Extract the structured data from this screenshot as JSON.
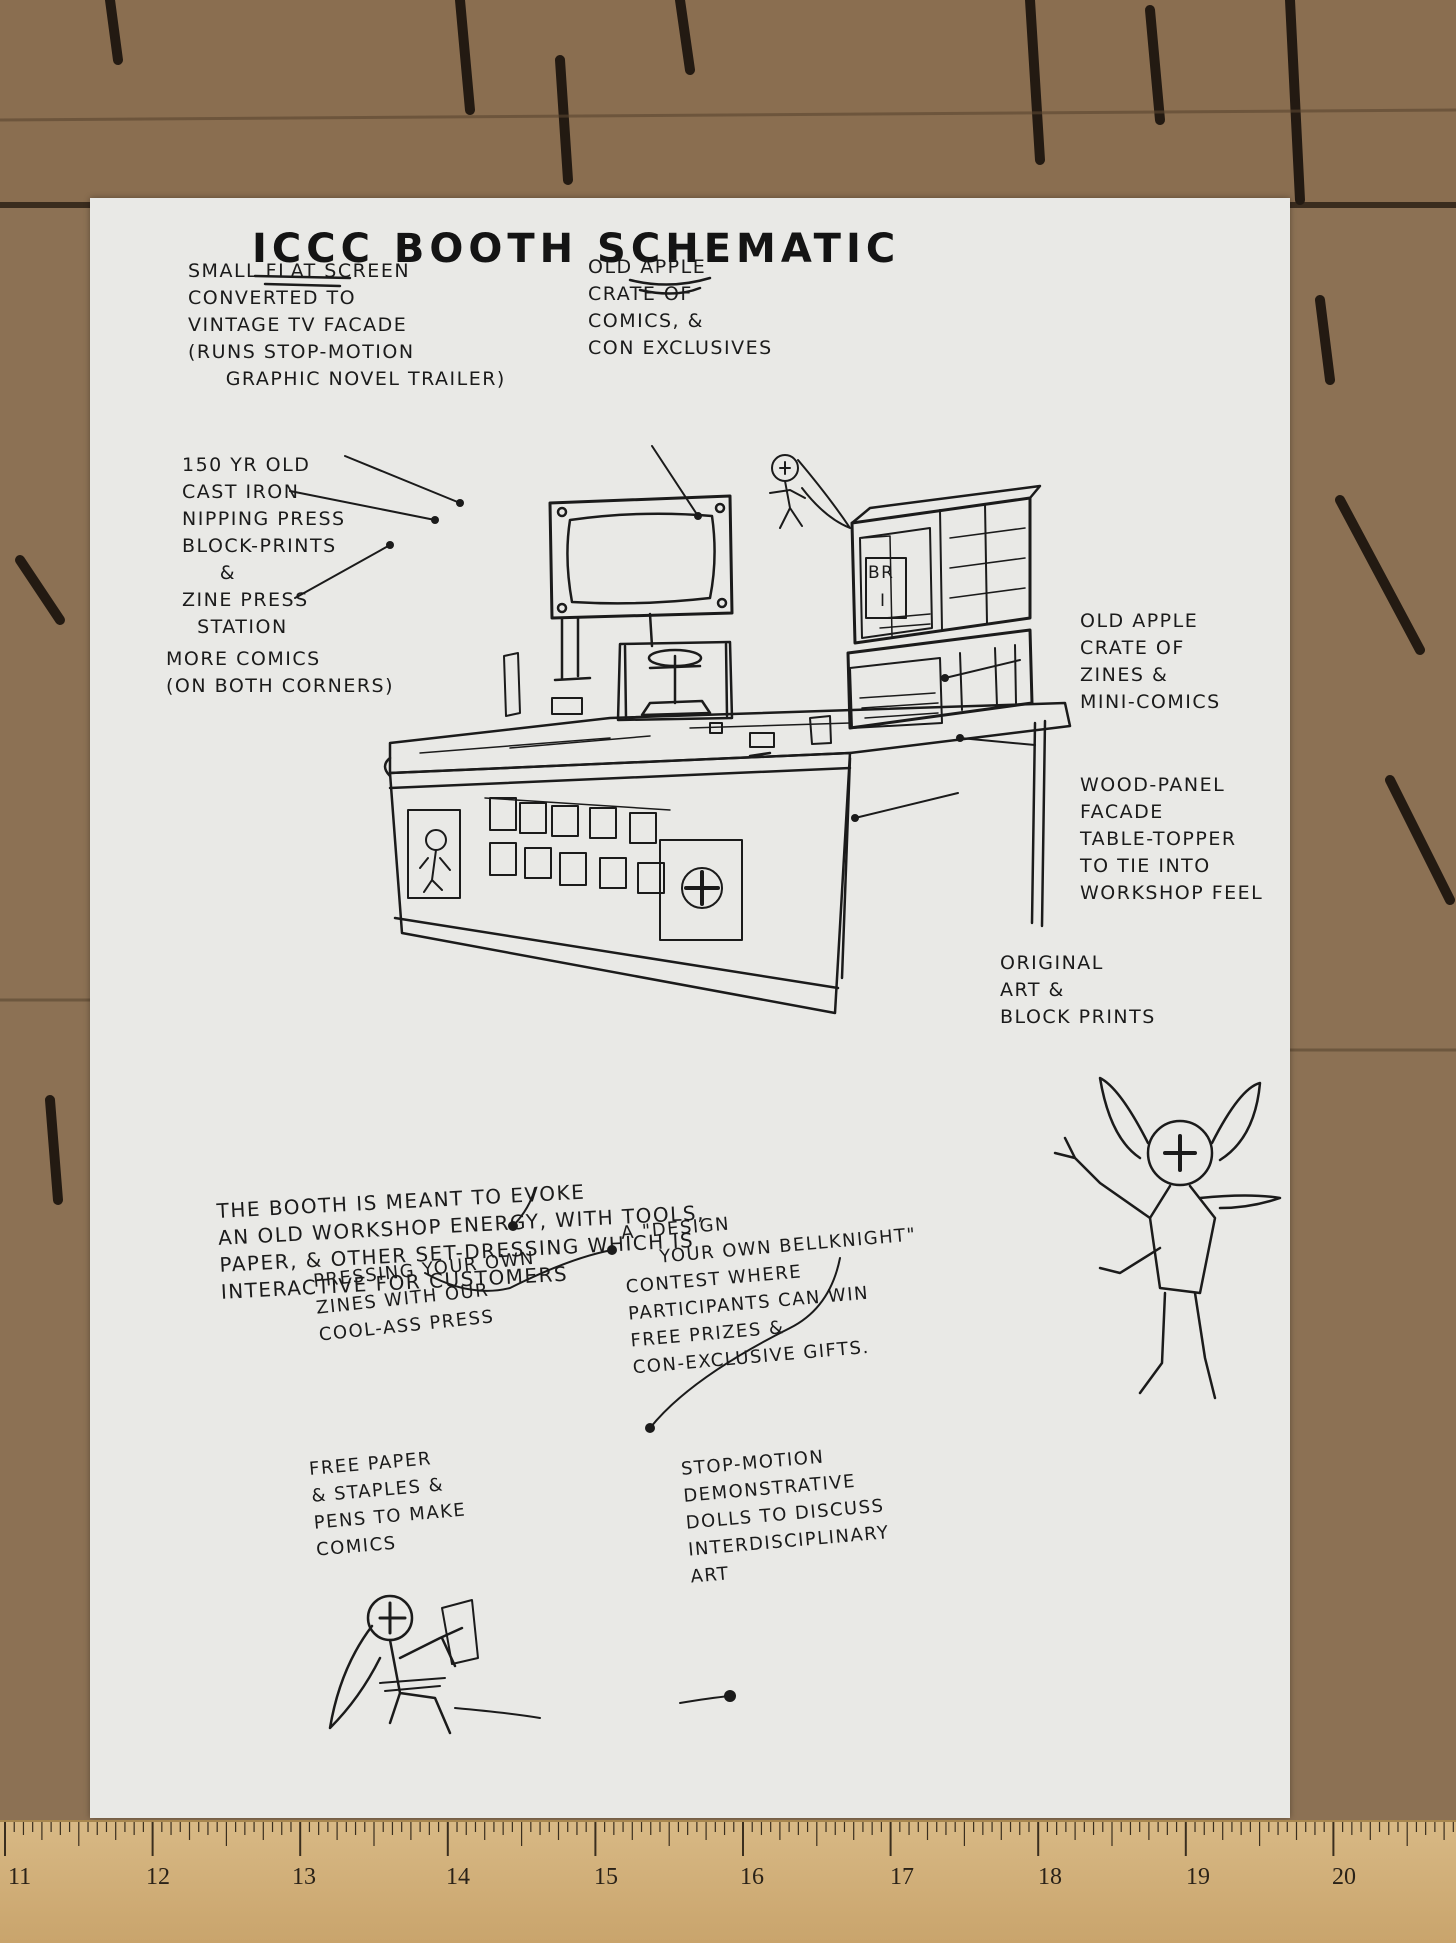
{
  "title": "ICCC BOOTH SCHEMATIC",
  "callouts": {
    "tv": "SMALL FLAT SCREEN\nCONVERTED TO\nVINTAGE TV FACADE\n(RUNS STOP-MOTION\n     GRAPHIC NOVEL TRAILER)",
    "crate_comics": "OLD APPLE\nCRATE of\nCOMICS, &\nCON EXCLUSIVES",
    "press": "150 YR OLD\nCAST IRON\nNIPPING PRESS\nBLOCK-PRINTS\n     &\nZINE PRESS\n  STATION",
    "crate_zines": "OLD APPLE\nCRATE of\nZINES &\nMINI-COMICS",
    "more_comics": "MORE COMICS\n(ON BOTH CORNERS)",
    "wood_panel": "WOOD-PANEL\nFACADE\nTABLE-TOPPER\nTO TIE INTO\nWORKSHOP FEEL",
    "original_art": "ORIGINAL\nART &\nBLOCK PRINTS"
  },
  "crate_label": [
    "BR",
    "I"
  ],
  "notes": {
    "intro": "THE BOOTH IS MEANT TO EVOKE\nAN OLD WORKSHOP ENERGY, WITH TOOLS,\nPAPER, & OTHER SET-DRESSING WHICH IS\nINTERACTIVE FOR CUSTOMERS",
    "pressing": "PRESSING YOUR OWN\nZINES WITH OUR\nCOOL-ASS PRESS",
    "design": "A \"DESIGN\n     YOUR OWN BELLKNIGHT\"\nCONTEST WHERE\nPARTICIPANTS CAN WIN\nFREE PRIZES &\nCON-EXCLUSIVE GIFTS.",
    "free_paper": "FREE PAPER\n& STAPLES &\nPENS TO MAKE\nCOMICS",
    "stop_motion": "STOP-MOTION\nDEMONSTRATIVE\nDOLLS TO DISCUSS\nINTERDISCIPLINARY\nART"
  },
  "ruler": [
    "11",
    "12",
    "13",
    "14",
    "15",
    "16",
    "17",
    "18",
    "19",
    "20"
  ],
  "colors": {
    "paper": "#e9e9e6",
    "ink": "#1b1b1b",
    "cardboard": "#8a6f52",
    "ruler": "#d2b27c"
  }
}
